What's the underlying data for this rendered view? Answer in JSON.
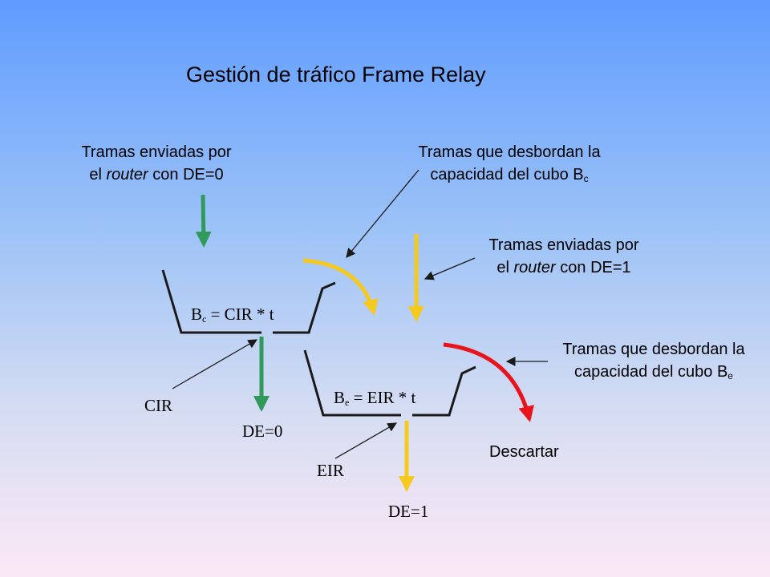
{
  "title": "Gestión de tráfico Frame Relay",
  "labels": {
    "tramas_de0": {
      "line1": "Tramas enviadas por",
      "line2_pre": "el ",
      "line2_em": "router",
      "line2_post": " con DE=0"
    },
    "desbordan_bc": {
      "line1": "Tramas que desbordan la",
      "line2": "capacidad del cubo B",
      "sub": "c"
    },
    "tramas_de1": {
      "line1": "Tramas enviadas por",
      "line2_pre": "el ",
      "line2_em": "router",
      "line2_post": " con DE=1"
    },
    "desbordan_be": {
      "line1": "Tramas que desbordan la",
      "line2": "capacidad del cubo B",
      "sub": "e"
    },
    "bc_formula": {
      "pre": "B",
      "sub": "c",
      "post": " = CIR * t"
    },
    "be_formula": {
      "pre": "B",
      "sub": "e",
      "post": " = EIR * t"
    },
    "cir": "CIR",
    "de0": "DE=0",
    "eir": "EIR",
    "de1": "DE=1",
    "descartar": "Descartar"
  },
  "colors": {
    "green": "#2f9a5a",
    "yellow": "#f6c91e",
    "red": "#e8131b",
    "line": "#1a1a1a"
  }
}
